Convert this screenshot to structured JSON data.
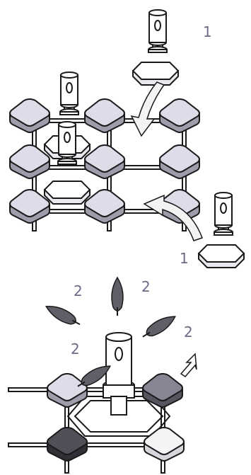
{
  "labels": {
    "step1_top": "1",
    "step1_bottom": "1",
    "step2_a": "2",
    "step2_b": "2",
    "step2_c": "2",
    "step2_d": "2"
  },
  "colors": {
    "line": "#1a1a1a",
    "tile_light": "#dcdde8",
    "tile_dark": "#505058",
    "tile_medium": "#858593",
    "tile_white": "#f4f4f6",
    "petal": "#5f5f68",
    "label": "#6b6b85",
    "arrow_fill": "#f3f3f3"
  },
  "icons": {
    "tile": "rounded-diamond-tile",
    "post": "cylinder-post-icon",
    "base": "octagon-base-icon",
    "petal": "leaf-petal-icon",
    "arrow": "curved-arrow-icon"
  }
}
